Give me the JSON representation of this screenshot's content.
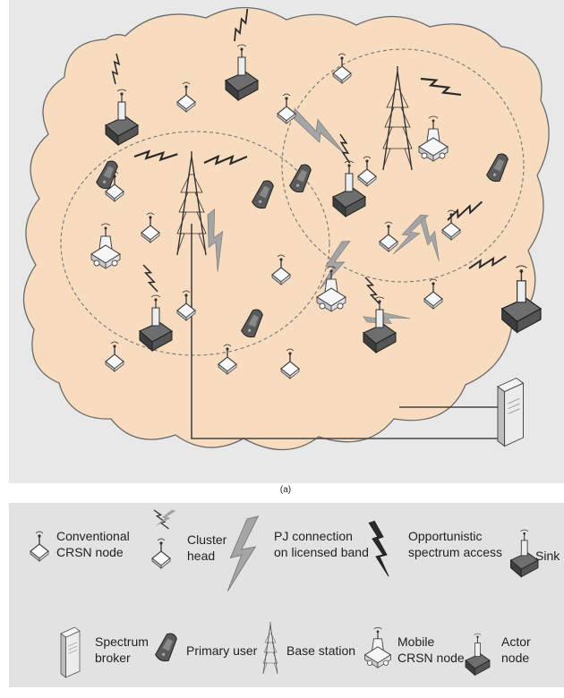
{
  "figure": {
    "caption": "(a)"
  },
  "legend": {
    "items": [
      {
        "icon": "conventional-node-icon",
        "lines": [
          "Conventional",
          "CRSN node"
        ]
      },
      {
        "icon": "cluster-head-icon",
        "lines": [
          "Cluster",
          "head"
        ]
      },
      {
        "icon": "pu-connection-icon",
        "lines": [
          "PJ connection",
          "on licensed band"
        ]
      },
      {
        "icon": "opportunistic-access-icon",
        "lines": [
          "Opportunistic",
          "spectrum access"
        ]
      },
      {
        "icon": "sink-icon",
        "lines": [
          "Sink"
        ]
      },
      {
        "icon": "spectrum-broker-icon",
        "lines": [
          "Spectrum",
          "broker"
        ]
      },
      {
        "icon": "primary-user-icon",
        "lines": [
          "Primary user"
        ]
      },
      {
        "icon": "base-station-icon",
        "lines": [
          "Base station"
        ]
      },
      {
        "icon": "mobile-node-icon",
        "lines": [
          "Mobile",
          "CRSN node"
        ]
      },
      {
        "icon": "actor-node-icon",
        "lines": [
          "Actor",
          "node"
        ]
      }
    ]
  },
  "colors": {
    "cloud_fill": "#f8dcc0",
    "cloud_stroke": "#6a6a6a",
    "panel_bg": "#e8e8e8",
    "legend_bg": "#e2e2e2",
    "dark_device": "#4a4a4a",
    "grey_bolt": "#9a9a9a"
  }
}
